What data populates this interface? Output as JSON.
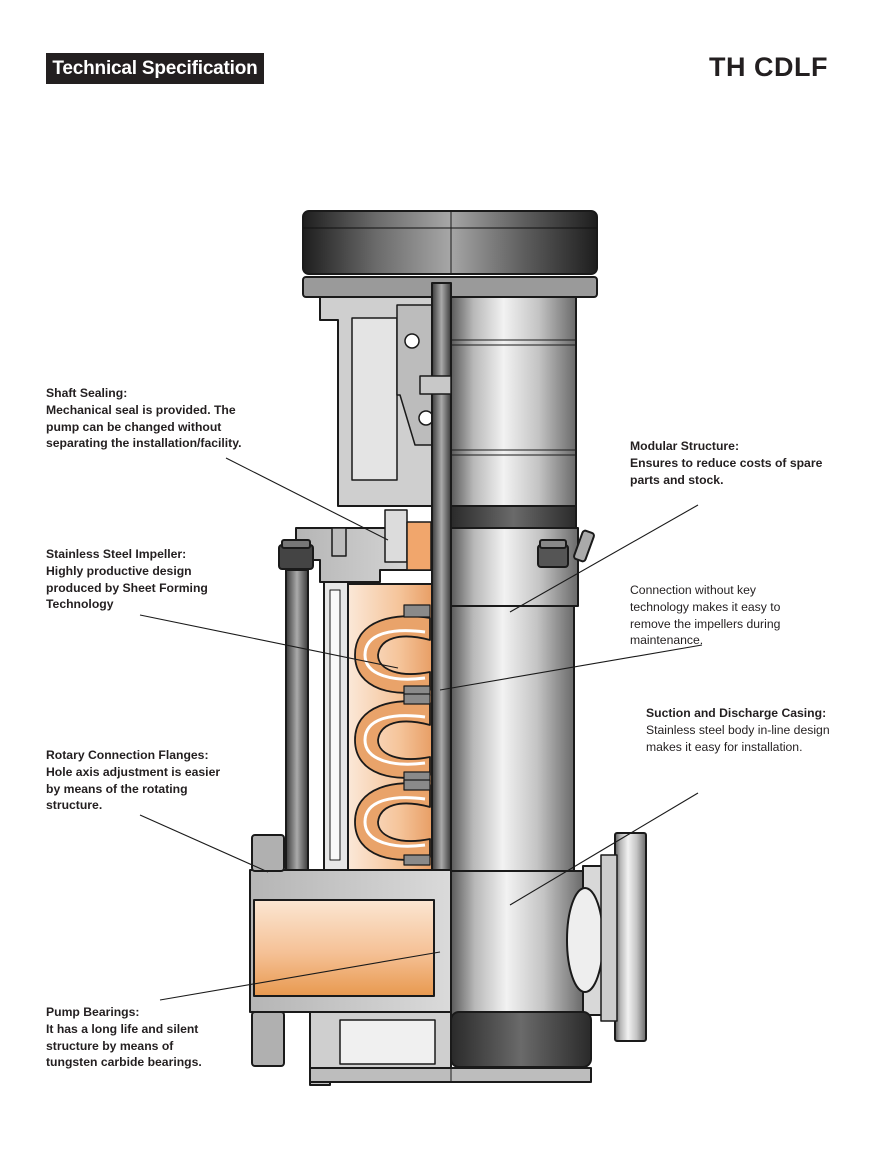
{
  "header": {
    "section_badge": "Technical Specification",
    "model": "TH CDLF"
  },
  "callouts": {
    "shaft_sealing": {
      "title": "Shaft Sealing:",
      "body": "Mechanical seal is provided. The pump can be changed without separating the installation/facility."
    },
    "impeller": {
      "title": "Stainless Steel Impeller:",
      "body": "Highly productive design produced by Sheet Forming Technology"
    },
    "flanges": {
      "title": "Rotary Connection Flanges:",
      "body": "Hole axis adjustment is easier by means of the rotating structure."
    },
    "bearings": {
      "title": "Pump Bearings:",
      "body": "It has a long life and silent structure by means of tungsten carbide bearings."
    },
    "modular": {
      "title": "Modular Structure:",
      "body": "Ensures to reduce costs of spare parts and stock."
    },
    "keyless": {
      "title": "",
      "body": "Connection without key technology makes it easy to remove the impellers during maintenance."
    },
    "casing": {
      "title": "Suction and Discharge Casing:",
      "body": "Stainless steel body in-line design makes it easy for installation."
    }
  },
  "colors": {
    "badge_bg": "#231f20",
    "outline": "#1a1a1a",
    "steel_dark": "#3a3a3a",
    "steel_mid": "#9a9a9a",
    "steel_light": "#e8e8e8",
    "copper_light": "#fbe3cf",
    "copper_mid": "#f2b27e",
    "copper_dark": "#d98a4e"
  }
}
